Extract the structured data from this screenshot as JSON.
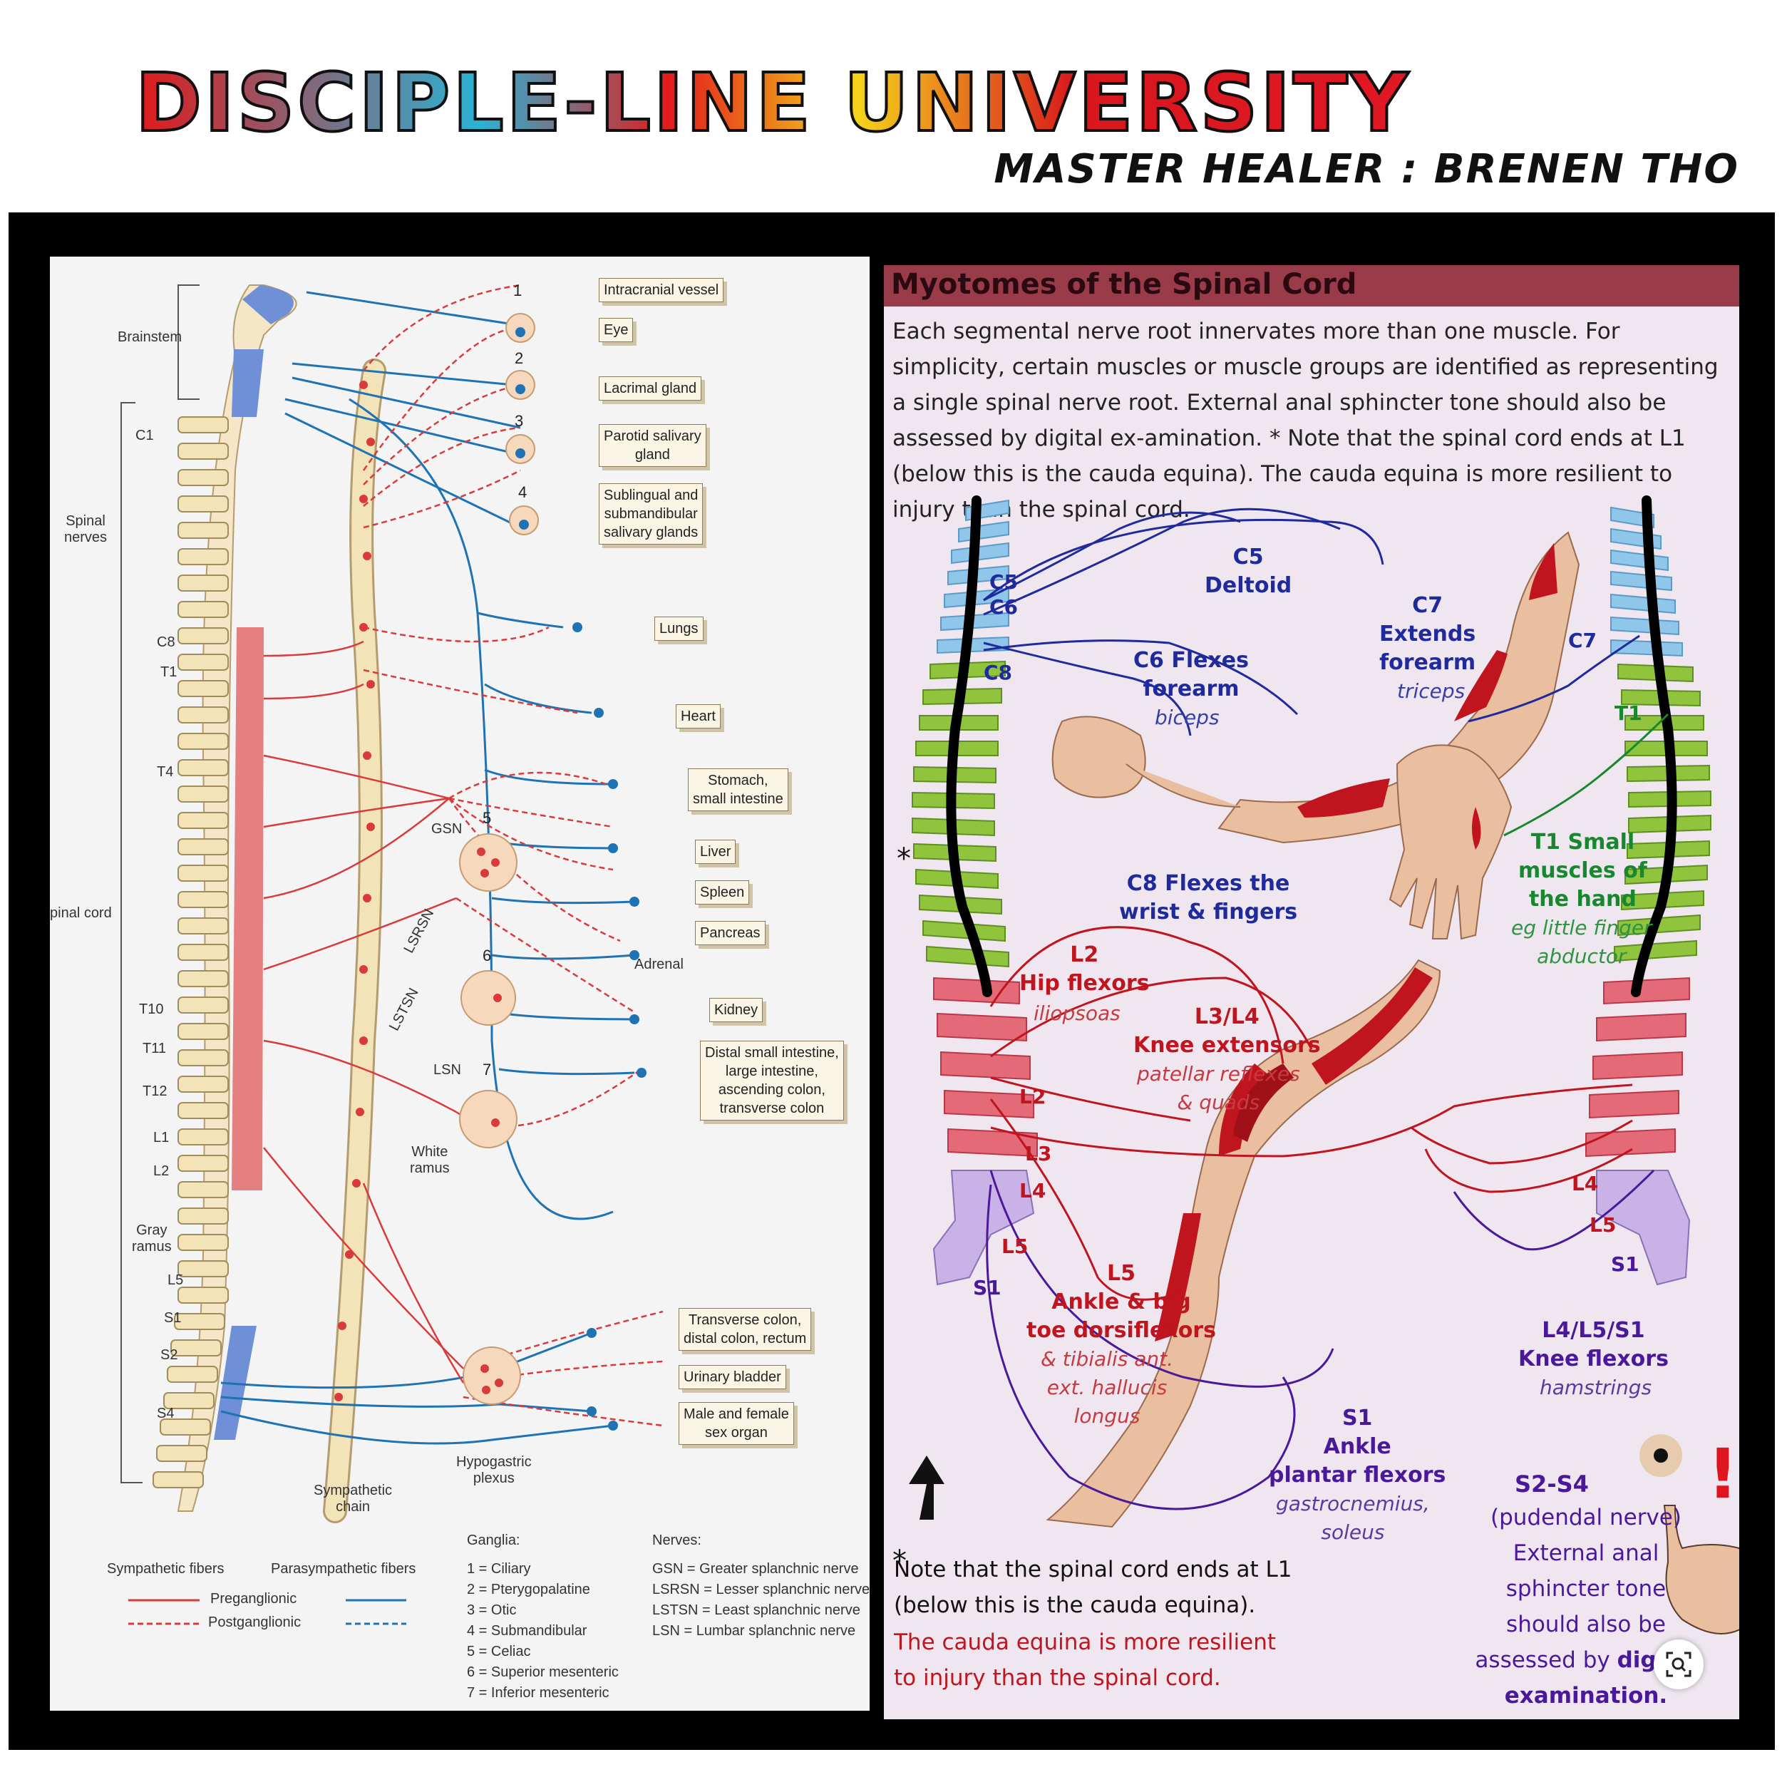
{
  "header": {
    "title": "Disciple-Line University",
    "subtitle": "Master Healer : BRENEN THO"
  },
  "left_diagram": {
    "anatomy_labels": {
      "brainstem": "Brainstem",
      "spinal_nerves": "Spinal\nnerves",
      "spinal_cord": "pinal cord",
      "white_ramus": "White\nramus",
      "gray_ramus": "Gray\nramus",
      "sympathetic_chain": "Sympathetic\nchain",
      "hypogastric_plexus": "Hypogastric\nplexus",
      "gsn": "GSN",
      "lsrsn": "LSRSN",
      "lstsn": "LSTSN",
      "lsn": "LSN"
    },
    "levels": [
      "C1",
      "C8",
      "T1",
      "T4",
      "T10",
      "T11",
      "T12",
      "L1",
      "L2",
      "L5",
      "S1",
      "S2",
      "S4"
    ],
    "ganglion_numbers": [
      "1",
      "2",
      "3",
      "4",
      "5",
      "6",
      "7"
    ],
    "organs": [
      "Intracranial vessel",
      "Eye",
      "Lacrimal gland",
      "Parotid salivary\ngland",
      "Sublingual and\nsubmandibular\nsalivary glands",
      "Lungs",
      "Heart",
      "Stomach,\nsmall intestine",
      "Liver",
      "Spleen",
      "Pancreas",
      "Adrenal",
      "Kidney",
      "Distal small intestine,\nlarge intestine,\nascending colon,\ntransverse colon",
      "Transverse colon,\ndistal colon, rectum",
      "Urinary bladder",
      "Male and female\nsex organ"
    ],
    "legend": {
      "sympathetic": "Sympathetic fibers",
      "parasympathetic": "Parasympathetic fibers",
      "preganglionic": "Preganglionic",
      "postganglionic": "Postganglionic",
      "ganglia_title": "Ganglia:",
      "ganglia": [
        "1 = Ciliary",
        "2 = Pterygopalatine",
        "3 = Otic",
        "4 = Submandibular",
        "5 = Celiac",
        "6 = Superior mesenteric",
        "7 = Inferior mesenteric"
      ],
      "nerves_title": "Nerves:",
      "nerves": [
        "GSN = Greater splanchnic nerve",
        "LSRSN = Lesser splanchnic nerve",
        "LSTSN = Least splanchnic nerve",
        "LSN = Lumbar splanchnic nerve"
      ]
    },
    "colors": {
      "sympathetic": "#d93a3a",
      "parasympathetic": "#1f73b4",
      "vertebra": "#f3e3b8",
      "cord_red": "#e07070",
      "cord_blue": "#6f8fd6"
    }
  },
  "right_diagram": {
    "title": "Myotomes of the Spinal Cord",
    "intro": "Each segmental nerve root innervates more than one muscle. For simplicity, certain muscles or muscle groups are identified as representing a single spinal nerve root. External anal sphincter tone should also be assessed by digital ex-amination. * Note that the spinal cord ends at L1 (below this is the cauda equina). The cauda equina is more resilient to injury than the spinal cord.",
    "segments_left": [
      "C5",
      "C6",
      "C8",
      "L2",
      "L3",
      "L4",
      "L5",
      "S1"
    ],
    "segments_right": [
      "C7",
      "T1",
      "L4",
      "L5",
      "S1"
    ],
    "myotomes": {
      "c5": {
        "title": "C5\nDeltoid"
      },
      "c6": {
        "title": "C6 Flexes\nforearm",
        "muscle": "biceps"
      },
      "c7": {
        "title": "C7\nExtends\nforearm",
        "muscle": "triceps"
      },
      "c8": {
        "title": "C8 Flexes the\nwrist & fingers"
      },
      "t1": {
        "title": "T1 Small\nmuscles of\nthe hand",
        "muscle": "eg little finger\nabductor"
      },
      "l2": {
        "title": "L2\nHip flexors",
        "muscle": "iliopsoas"
      },
      "l34": {
        "title": "L3/L4\nKnee extensors",
        "muscle": "patellar reflexes\n& quads"
      },
      "l5": {
        "title": "L5\nAnkle & big\ntoe dorsiflexors",
        "muscle": "& tibialis ant.\next. hallucis\nlongus"
      },
      "s1": {
        "title": "S1\nAnkle\nplantar flexors",
        "muscle": "gastrocnemius,\nsoleus"
      },
      "l4l5s1": {
        "title": "L4/L5/S1\nKnee flexors",
        "muscle": "hamstrings"
      },
      "s2s4": {
        "title": "S2-S4",
        "body": "(pudendal nerve)\nExternal anal\nsphincter tone\nshould also be\nassessed by ",
        "bold": "digital\nexamination."
      }
    },
    "asterisk": "*",
    "note_black": "Note that the spinal cord ends at L1\n(below this is the cauda equina).",
    "note_red": "The cauda equina is more resilient\nto injury than the spinal cord.",
    "exclamation": "!",
    "colors": {
      "cervical": "#8fc6ea",
      "thoracic": "#8fc43c",
      "lumbar": "#e46a78",
      "sacral": "#c9b3e6",
      "title_bar": "#9a3b49",
      "skin": "#e9bfa0",
      "muscle": "#c0141e"
    }
  }
}
